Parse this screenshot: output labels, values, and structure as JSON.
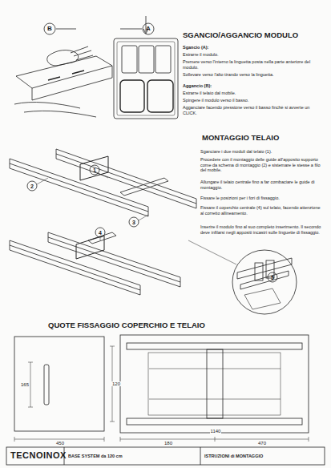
{
  "diagram": {
    "labels": [
      "B",
      "A",
      "SGANCIO/AGGANCIO MODULO",
      "Sgancio (A):",
      "Estrarre il modulo.",
      "Premere verso l'interno la linguetta posta nella parte anteriore del modulo.",
      "Sollevare verso l'alto tirando verso la linguetta.",
      "Aggancio (B):",
      "Estrarre il telaio dal mobile.",
      "Spingere il modulo verso il basso.",
      "Agganciare facendo pressione verso il basso finchè si avverte un CLICK.",
      "MONTAGGIO TELAIO",
      "Sganciare i due moduli dal telaio (1).",
      "Procedere con il montaggio delle guide all'apposito supporto come da schema di montaggio (2) e sistemare le stesse a filo del mobile.",
      "Allungare il telaio centrale fino a far combaciare le guide di montaggio.",
      "Fissare le posizioni per i fori di fissaggio.",
      "Fissare il coperchio centrale (4) sul telaio, facendo attenzione al corretto allineamento.",
      "Inserire il modulo fino al suo completo inserimento. Il secondo deve infilarsi negli appositi incastri sulle linguette di fissaggio.",
      "1",
      "2",
      "3",
      "4",
      "5",
      "QUOTE FISSAGGIO COPERCHIO E TELAIO",
      "165",
      "120",
      "450",
      "180",
      "1140",
      "470",
      "TECNOINOX",
      "BASE SYSTEM da 120 cm",
      "ISTRUZIONI di MONTAGGIO"
    ]
  }
}
